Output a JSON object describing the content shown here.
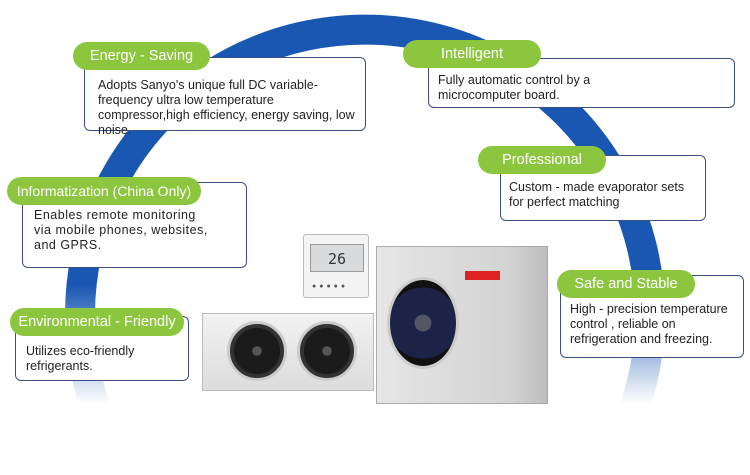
{
  "features": [
    {
      "title": "Energy - Saving",
      "text": "Adopts Sanyo's unique full DC variable-frequency ultra low temperature compressor,high efficiency, energy saving, low noise."
    },
    {
      "title": "Intelligent",
      "text": "Fully automatic control by a microcomputer board."
    },
    {
      "title": "Professional",
      "text": "Custom - made evaporator sets for perfect matching"
    },
    {
      "title": "Safe and Stable",
      "text": "High - precision temperature control , reliable on refrigeration and freezing."
    },
    {
      "title": "Informatization (China Only)",
      "text": "Enables remote monitoring via mobile phones, websites, and GPRS."
    },
    {
      "title": "Environmental - Friendly",
      "text": "Utilizes eco-friendly refrigerants."
    }
  ],
  "thermostat": {
    "reading": "26"
  },
  "colors": {
    "ring": "#1a57b3",
    "label": "#8cc63e",
    "border": "#3a4f86"
  }
}
